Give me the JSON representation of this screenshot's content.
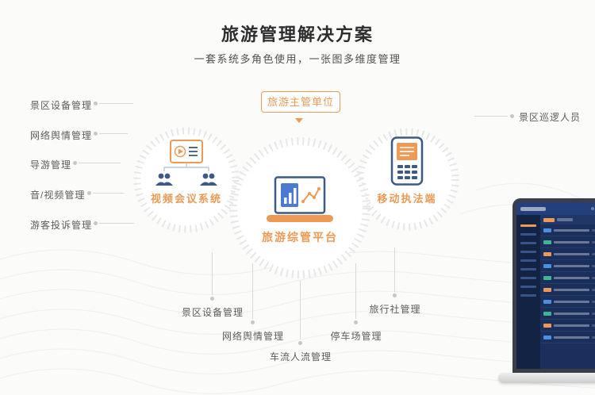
{
  "page": {
    "title": "旅游管理解决方案",
    "subtitle": "一套系统多角色使用，一张图多维度管理"
  },
  "hub": {
    "authority_label": "旅游主管单位"
  },
  "nodes": {
    "video_conference": "视频会议系统",
    "platform": "旅游综管平台",
    "mobile_enforcement": "移动执法端"
  },
  "left_labels": [
    "景区设备管理",
    "网络舆情管理",
    "导游管理",
    "音/视频管理",
    "游客投诉管理"
  ],
  "right_labels": [
    "景区巡逻人员"
  ],
  "bottom_labels": [
    "景区设备管理",
    "网络舆情管理",
    "车流人流管理",
    "停车场管理",
    "旅行社管理"
  ],
  "colors": {
    "accent_orange": "#ED9A57",
    "icon_navy": "#3D5A85",
    "ring_gray": "#e7e7e7",
    "line_gray": "#d9d9d9",
    "dashboard_navy": "#1b2f5c"
  }
}
